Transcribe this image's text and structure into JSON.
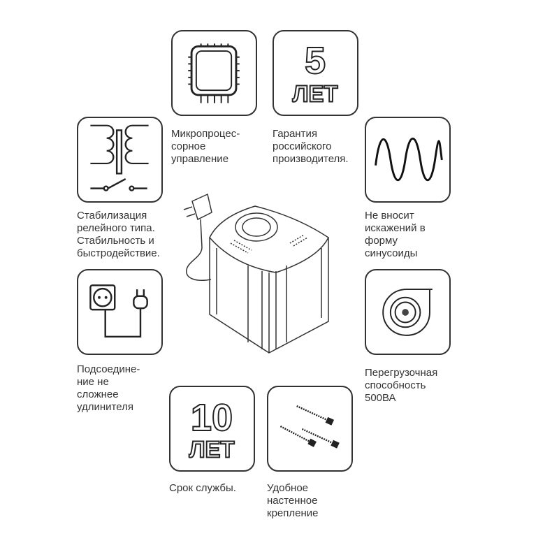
{
  "features": [
    {
      "id": "microprocessor",
      "icon": "microchip-icon",
      "lines": [
        "Микропроцес-",
        "сорное",
        "управление"
      ]
    },
    {
      "id": "warranty",
      "icon": "warranty-badge-icon",
      "badge_number": "5",
      "badge_unit": "ЛЕТ",
      "lines": [
        "Гарантия",
        "российского",
        "производителя."
      ]
    },
    {
      "id": "relay",
      "icon": "transformer-relay-icon",
      "lines": [
        "Стабилизация",
        "релейного типа.",
        "Стабильность и",
        "быстродействие."
      ]
    },
    {
      "id": "sine",
      "icon": "sine-wave-icon",
      "lines": [
        "Не вносит",
        "искажений в",
        "форму",
        "синусоиды"
      ]
    },
    {
      "id": "connection",
      "icon": "socket-plug-icon",
      "lines": [
        "Подсоедине-",
        "ние не",
        "сложнее",
        "удлинителя"
      ]
    },
    {
      "id": "overload",
      "icon": "fan-icon",
      "lines": [
        "Перегрузочная",
        "способность",
        "500ВА"
      ]
    },
    {
      "id": "lifetime",
      "icon": "service-life-badge-icon",
      "badge_number": "10",
      "badge_unit": "ЛЕТ",
      "lines": [
        "Срок службы."
      ]
    },
    {
      "id": "mounting",
      "icon": "screws-icon",
      "lines": [
        "Удобное",
        "настенное",
        "крепление"
      ]
    }
  ]
}
